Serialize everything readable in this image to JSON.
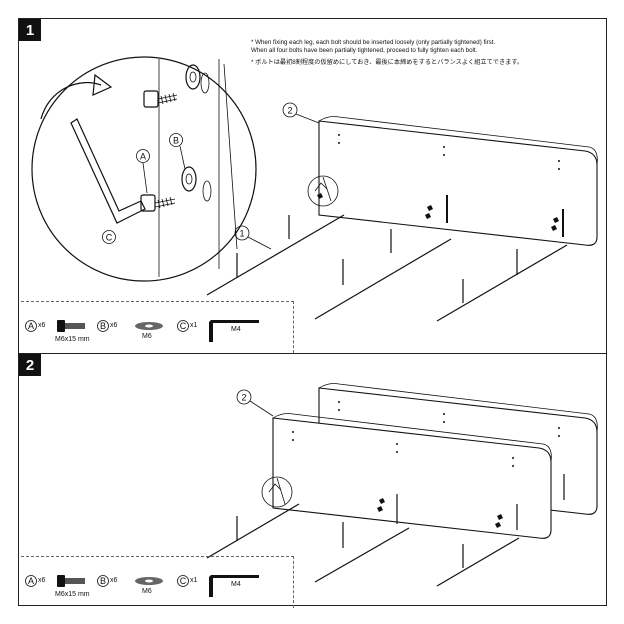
{
  "steps": [
    {
      "number": "1",
      "notes": [
        "* When fixing each leg, each bolt should be inserted loosely (only partially tightened) first.",
        "  When all four bolts have been partially tightened, proceed to fully tighten each bolt.",
        "* ボルトは最初8割程度の仮留めにしておき、最後に本締めをするとバランスよく組立てできます。"
      ],
      "callouts": {
        "a": "A",
        "b": "B",
        "c": "C",
        "part1": "1",
        "part2": "2"
      }
    },
    {
      "number": "2",
      "callouts": {
        "part2": "2"
      }
    }
  ],
  "legend": {
    "a": {
      "letter": "A",
      "qty": "x6",
      "desc": "M6x15 mm"
    },
    "b": {
      "letter": "B",
      "qty": "x6",
      "desc": "M6"
    },
    "c": {
      "letter": "C",
      "qty": "x1",
      "desc": "M4"
    }
  }
}
